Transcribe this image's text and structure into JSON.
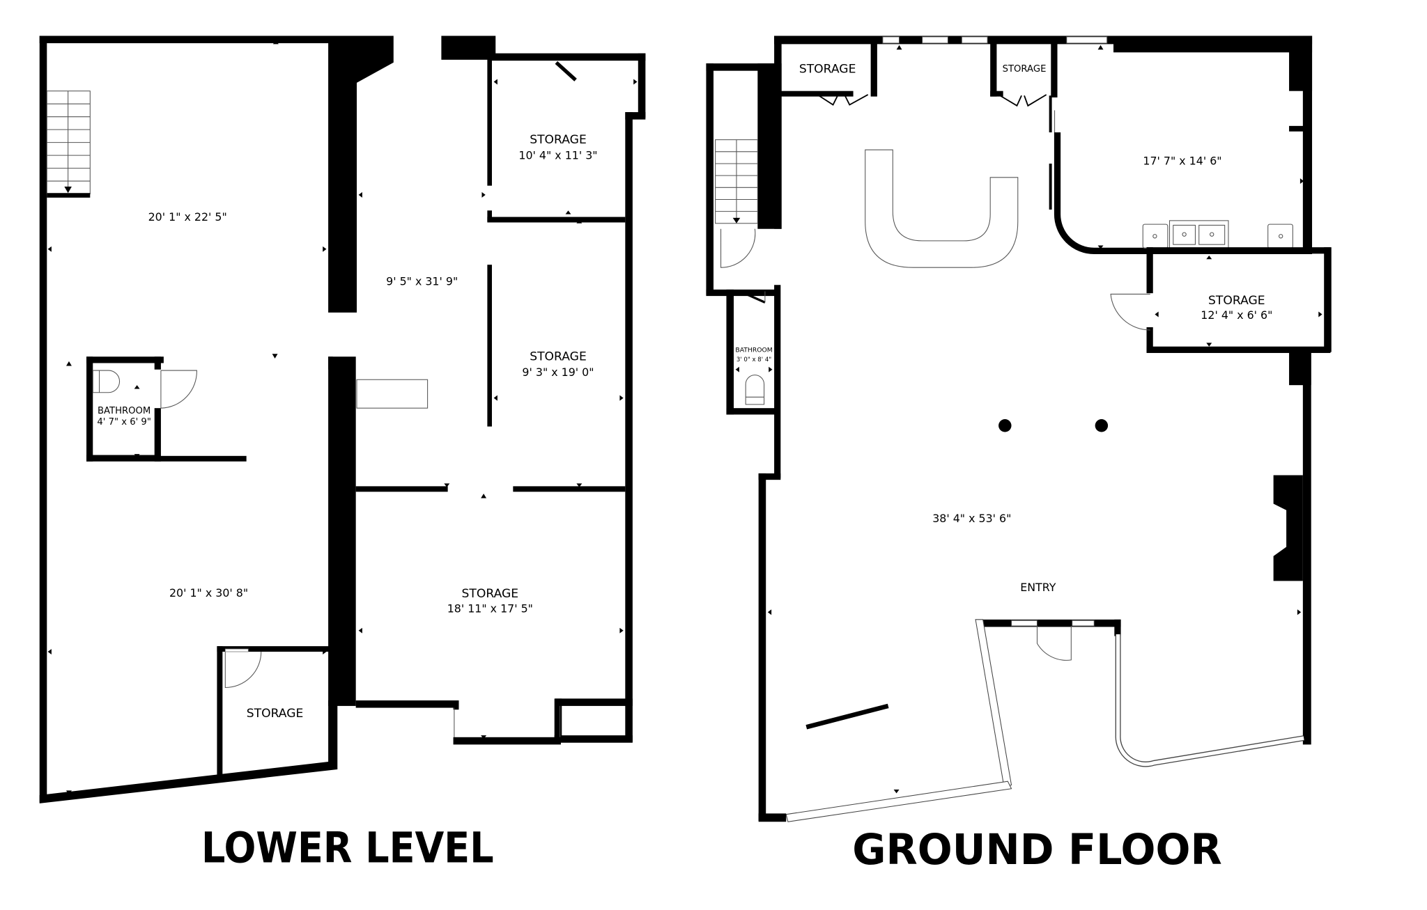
{
  "floors": {
    "lower_level": {
      "title": "LOWER LEVEL",
      "rooms": {
        "main_upper": {
          "dims": "20' 1\" x 22' 5\""
        },
        "main_lower": {
          "dims": "20' 1\" x 30' 8\""
        },
        "hall": {
          "dims": "9' 5\" x 31' 9\""
        },
        "bathroom": {
          "name": "BATHROOM",
          "dims": "4' 7\" x 6' 9\""
        },
        "storage_top": {
          "name": "STORAGE",
          "dims": "10' 4\" x 11' 3\""
        },
        "storage_mid": {
          "name": "STORAGE",
          "dims": "9' 3\" x 19' 0\""
        },
        "storage_large": {
          "name": "STORAGE",
          "dims": "18' 11\" x 17' 5\""
        },
        "storage_small": {
          "name": "STORAGE"
        }
      }
    },
    "ground_floor": {
      "title": "GROUND FLOOR",
      "rooms": {
        "storage_top_left": {
          "name": "STORAGE"
        },
        "storage_top_mid": {
          "name": "STORAGE"
        },
        "kitchen": {
          "dims": "17' 7\" x 14' 6\""
        },
        "storage_right": {
          "name": "STORAGE",
          "dims": "12' 4\" x 6' 6\""
        },
        "bathroom": {
          "name": "BATHROOM",
          "dims": "3' 0\" x 8' 4\""
        },
        "main": {
          "dims": "38' 4\" x 53' 6\""
        },
        "entry": {
          "name": "ENTRY"
        }
      }
    }
  },
  "colors": {
    "wall": "#000000",
    "background": "#ffffff",
    "fixture_line": "#555555"
  }
}
